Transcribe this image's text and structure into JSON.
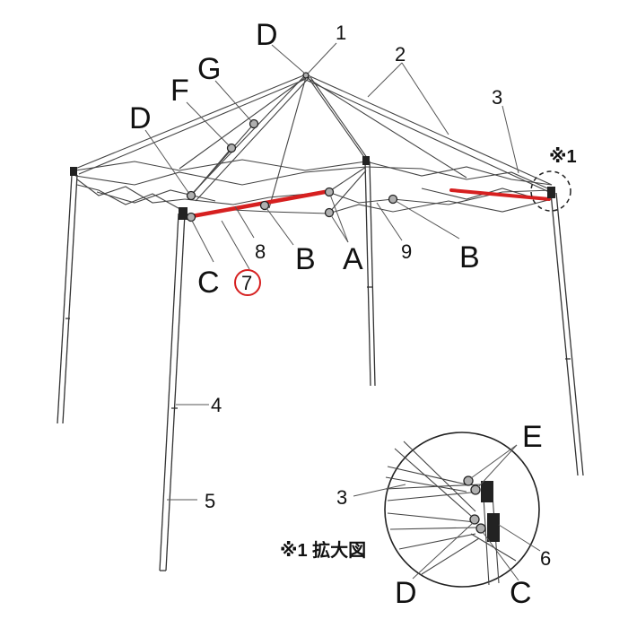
{
  "labels": {
    "part_1": "1",
    "part_2": "2",
    "part_3": "3",
    "part_4": "4",
    "part_5": "5",
    "part_6": "6",
    "part_7": "7",
    "part_8": "8",
    "part_9": "9",
    "joint_a": "A",
    "joint_b": "B",
    "joint_c": "C",
    "joint_d": "D",
    "joint_e": "E",
    "joint_f": "F",
    "joint_g": "G",
    "callout_mark": "※1"
  },
  "inset": {
    "caption": "※1 拡大図"
  },
  "colors": {
    "highlight": "#d62020",
    "circle_mark": "#d62020",
    "frame": "#333333",
    "joint_fill": "#b0b0b0"
  }
}
